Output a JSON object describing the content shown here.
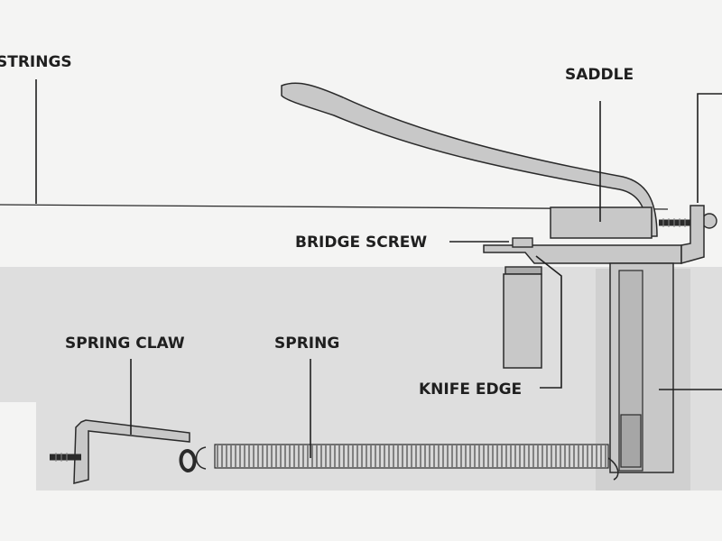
{
  "labels": {
    "strings": "STRINGS",
    "saddle": "SADDLE",
    "bridge_screw": "BRIDGE SCREW",
    "spring_claw": "SPRING CLAW",
    "spring": "SPRING",
    "knife_edge": "KNIFE EDGE"
  },
  "colors": {
    "background": "#f4f4f3",
    "body_cavity": "#dedede",
    "part_fill": "#c8c8c8",
    "outline": "#2a2a2a",
    "label_text": "#1f1f1f"
  }
}
